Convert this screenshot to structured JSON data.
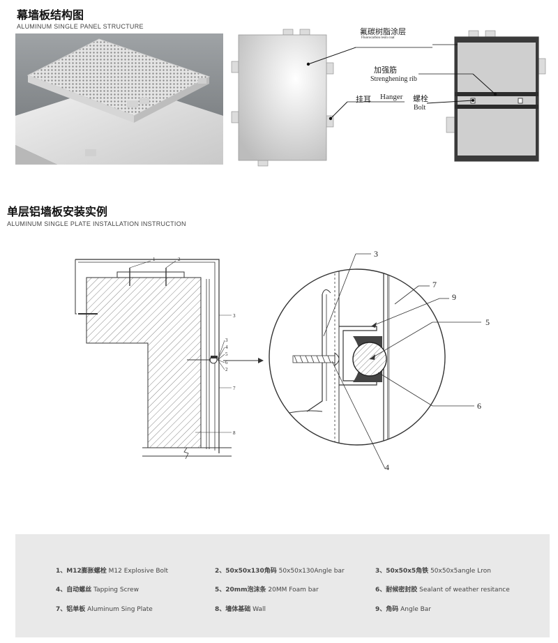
{
  "section1": {
    "title_cn": "幕墙板结构图",
    "title_en": "ALUMINUM SINGLE PANEL STRUCTURE",
    "labels": {
      "coating_cn": "氟碳树脂涂层",
      "coating_en": "Fluorocarbon resin coat",
      "rib_cn": "加强筋",
      "rib_en": "Strenghening rib",
      "hanger_cn": "挂耳",
      "hanger_en": "Hanger",
      "bolt_cn": "螺栓",
      "bolt_en": "Bolt"
    }
  },
  "section2": {
    "title_cn": "单层铝墙板安装实例",
    "title_en": "ALUMINUM SINGLE PLATE INSTALLATION INSTRUCTION",
    "section_numbers": [
      "1",
      "2",
      "3",
      "4",
      "5",
      "6",
      "2",
      "7",
      "8"
    ],
    "detail_numbers": [
      "3",
      "7",
      "9",
      "5",
      "6",
      "4"
    ]
  },
  "legend": [
    {
      "cn": "1、M12膨胀螺栓",
      "en": "M12 Explosive Bolt"
    },
    {
      "cn": "2、50x50x130角码",
      "en": "50x50x130Angle bar"
    },
    {
      "cn": "3、50x50x5角铁",
      "en": "50x50x5angle Lron"
    },
    {
      "cn": "4、自动螺丝",
      "en": "Tapping Screw"
    },
    {
      "cn": "5、20mm泡沫条",
      "en": "20MM Foam bar"
    },
    {
      "cn": "6、耐候密封胶",
      "en": "Sealant of weather resitance"
    },
    {
      "cn": "7、铝单板",
      "en": "Aluminum Sing Plate"
    },
    {
      "cn": "8、墙体基础",
      "en": "Wall"
    },
    {
      "cn": "9、角码",
      "en": "Angle Bar"
    }
  ]
}
